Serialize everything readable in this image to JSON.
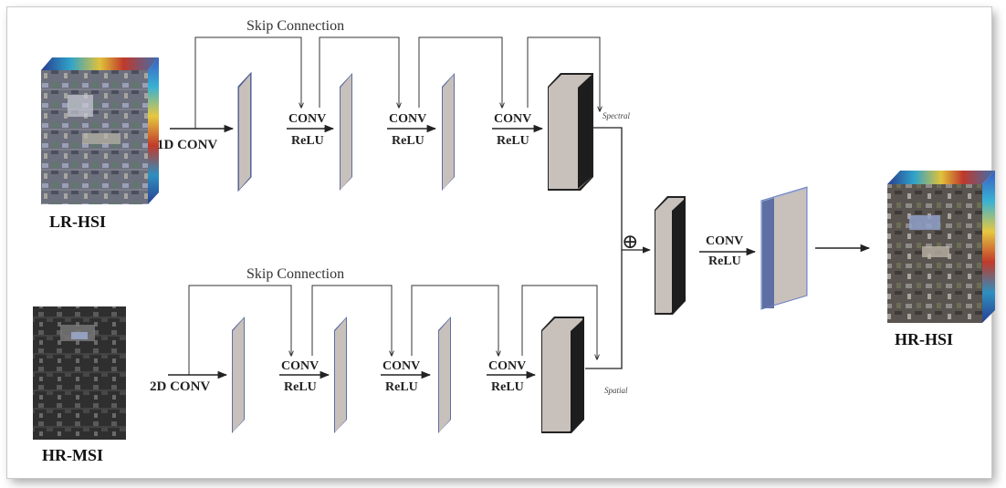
{
  "inputs": {
    "top_label": "LR-HSI",
    "bottom_label": "HR-MSI"
  },
  "output": {
    "label": "HR-HSI"
  },
  "branches": {
    "top": {
      "skip_label": "Skip Connection",
      "first_op": "1D CONV",
      "op_top": "CONV",
      "op_bottom": "ReLU",
      "tag": "Spectral"
    },
    "bottom": {
      "skip_label": "Skip Connection",
      "first_op": "2D CONV",
      "op_top": "CONV",
      "op_bottom": "ReLU",
      "tag": "Spatial"
    }
  },
  "fusion": {
    "symbol": "⊕",
    "op_top": "CONV",
    "op_bottom": "ReLU"
  },
  "colors": {
    "block_fill": "#c8c0bb",
    "block_side": "#5e6fa3",
    "line": "#222222"
  }
}
